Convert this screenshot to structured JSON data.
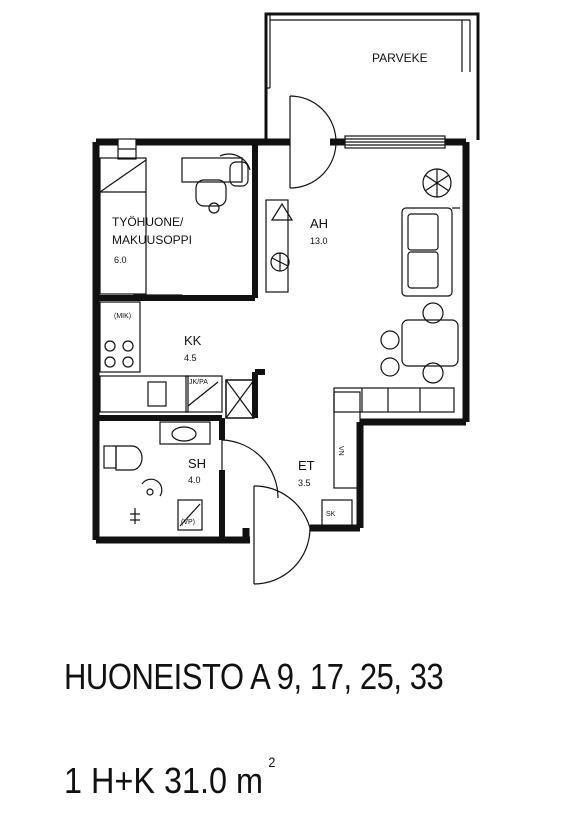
{
  "plan": {
    "rooms": {
      "balcony": {
        "name": "PARVEKE"
      },
      "office": {
        "name_line1": "TYÖHUONE/",
        "name_line2": "MAKUUSOPPI",
        "area": "6.0"
      },
      "living": {
        "name": "AH",
        "area": "13.0"
      },
      "kitchen": {
        "name": "KK",
        "area": "4.5"
      },
      "bathroom": {
        "name": "SH",
        "area": "4.0"
      },
      "entrance": {
        "name": "ET",
        "area": "3.5"
      }
    },
    "fixtures": {
      "microwave": "(MIK)",
      "fridge_freezer": "JK/PA",
      "washer": "(VP)",
      "coat_rack": "VN",
      "electric_cabinet": "SK"
    }
  },
  "caption": {
    "apartment": "HUONEISTO A 9, 17, 25, 33",
    "size_text": "1 H+K  31.0 m",
    "size_unit_power": "2"
  }
}
